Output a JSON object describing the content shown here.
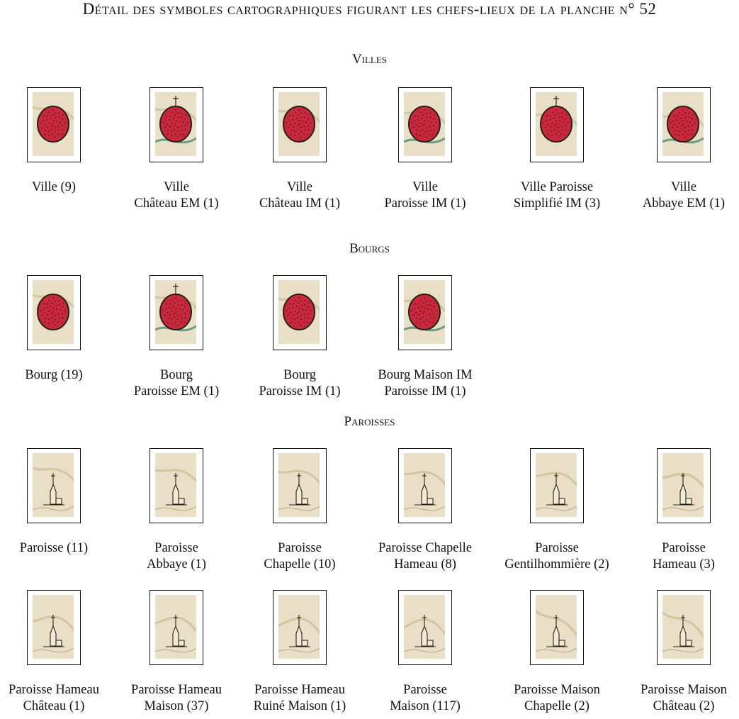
{
  "title": "Détail des symboles cartographiques figurant les chefs-lieux de la planche n° 52",
  "sections": {
    "villes": {
      "heading": "Villes",
      "items": [
        {
          "line1": "Ville (9)",
          "line2": "",
          "icon": "ville-red-block-symbol"
        },
        {
          "line1": "Ville",
          "line2": "Château EM (1)",
          "icon": "ville-chateau-symbol"
        },
        {
          "line1": "Ville",
          "line2": "Château IM (1)",
          "icon": "ville-chateau-cross-symbol"
        },
        {
          "line1": "Ville",
          "line2": "Paroisse IM (1)",
          "icon": "ville-paroisse-symbol"
        },
        {
          "line1": "Ville Paroisse",
          "line2": "Simplifié IM (3)",
          "icon": "ville-paroisse-simplifie-symbol"
        },
        {
          "line1": "Ville",
          "line2": "Abbaye EM (1)",
          "icon": "ville-abbaye-symbol"
        }
      ]
    },
    "bourgs": {
      "heading": "Bourgs",
      "items": [
        {
          "line1": "Bourg (19)",
          "line2": "",
          "icon": "bourg-oval-symbol"
        },
        {
          "line1": "Bourg",
          "line2": "Paroisse EM (1)",
          "icon": "bourg-paroisse-em-symbol"
        },
        {
          "line1": "Bourg",
          "line2": "Paroisse IM (1)",
          "icon": "bourg-paroisse-im-symbol"
        },
        {
          "line1": "Bourg Maison IM",
          "line2": "Paroisse IM (1)",
          "icon": "bourg-maison-paroisse-symbol"
        }
      ]
    },
    "paroisses": {
      "heading": "Paroisses",
      "items": [
        {
          "line1": "Paroisse (11)",
          "line2": "",
          "icon": "paroisse-church-symbol"
        },
        {
          "line1": "Paroisse",
          "line2": "Abbaye (1)",
          "icon": "paroisse-abbaye-symbol"
        },
        {
          "line1": "Paroisse",
          "line2": "Chapelle (10)",
          "icon": "paroisse-chapelle-symbol"
        },
        {
          "line1": "Paroisse Chapelle",
          "line2": "Hameau (8)",
          "icon": "paroisse-chapelle-hameau-symbol"
        },
        {
          "line1": "Paroisse",
          "line2": "Gentilhommière (2)",
          "icon": "paroisse-gentilhommiere-symbol"
        },
        {
          "line1": "Paroisse",
          "line2": "Hameau (3)",
          "icon": "paroisse-hameau-symbol"
        },
        {
          "line1": "Paroisse Hameau",
          "line2": "Château (1)",
          "icon": "paroisse-hameau-chateau-symbol"
        },
        {
          "line1": "Paroisse Hameau",
          "line2": "Maison (37)",
          "icon": "paroisse-hameau-maison-symbol"
        },
        {
          "line1": "Paroisse Hameau",
          "line2": "Ruiné Maison (1)",
          "icon": "paroisse-hameau-ruine-symbol"
        },
        {
          "line1": "Paroisse",
          "line2": "Maison (117)",
          "icon": "paroisse-maison-symbol"
        },
        {
          "line1": "Paroisse Maison",
          "line2": "Chapelle (2)",
          "icon": "paroisse-maison-chapelle-symbol"
        },
        {
          "line1": "Paroisse Maison",
          "line2": "Château (2)",
          "icon": "paroisse-maison-chateau-symbol"
        }
      ]
    }
  },
  "colors": {
    "parchment": "#e9dfc6",
    "town_red": "#c8283c",
    "ink": "#2a2118",
    "river": "#6f9a86"
  }
}
